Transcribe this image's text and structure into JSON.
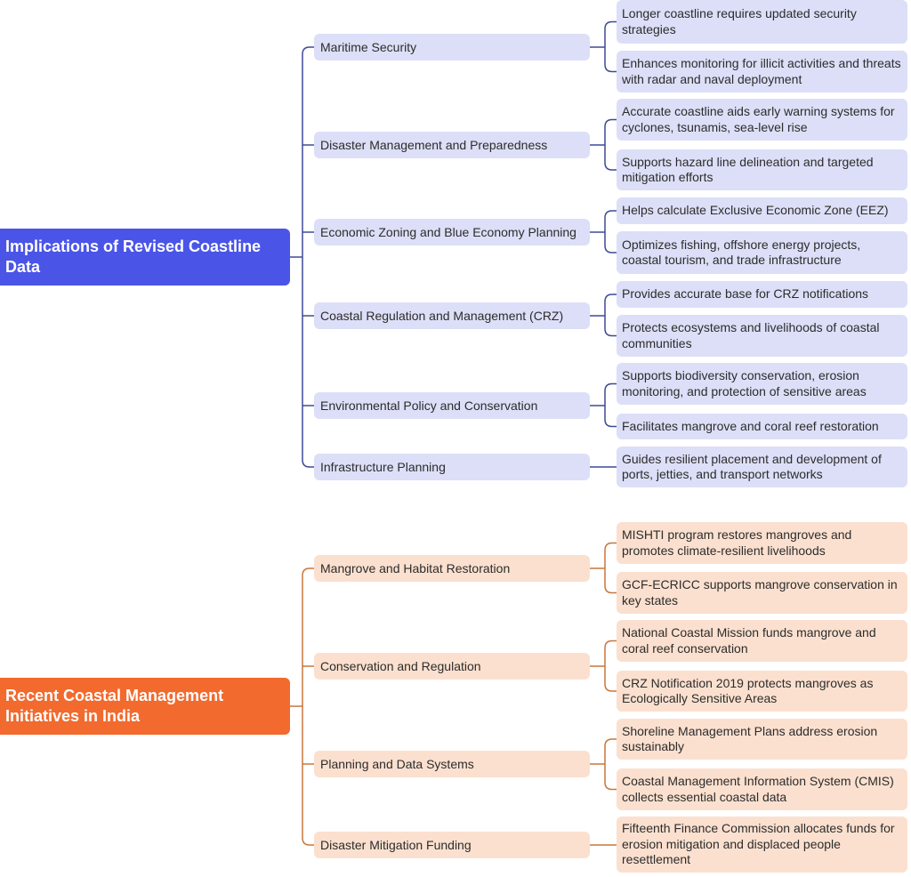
{
  "mindmap": {
    "groups": [
      {
        "root": "Implications of Revised Coastline Data",
        "root_color": "#4a55e8",
        "line_color": "#3e4a96",
        "branches": [
          {
            "label": "Maritime Security",
            "leaves": [
              "Longer coastline requires updated security strategies",
              "Enhances monitoring for illicit activities and threats with radar and naval deployment"
            ]
          },
          {
            "label": "Disaster Management and Preparedness",
            "leaves": [
              "Accurate coastline aids early warning systems for cyclones, tsunamis, sea-level rise",
              "Supports hazard line delineation and targeted mitigation efforts"
            ]
          },
          {
            "label": "Economic Zoning and Blue Economy Planning",
            "leaves": [
              "Helps calculate Exclusive Economic Zone (EEZ)",
              "Optimizes fishing, offshore energy projects, coastal tourism, and trade infrastructure"
            ]
          },
          {
            "label": "Coastal Regulation and Management (CRZ)",
            "leaves": [
              "Provides accurate base for CRZ notifications",
              "Protects ecosystems and livelihoods of coastal communities"
            ]
          },
          {
            "label": "Environmental Policy and Conservation",
            "leaves": [
              "Supports biodiversity conservation, erosion monitoring, and protection of sensitive areas",
              "Facilitates mangrove and coral reef restoration"
            ]
          },
          {
            "label": "Infrastructure Planning",
            "leaves": [
              "Guides resilient placement and development of ports, jetties, and transport networks"
            ]
          }
        ]
      },
      {
        "root": "Recent Coastal Management Initiatives in India",
        "root_color": "#f26a2e",
        "line_color": "#c8773c",
        "branches": [
          {
            "label": "Mangrove and Habitat Restoration",
            "leaves": [
              "MISHTI program restores mangroves and promotes climate-resilient livelihoods",
              "GCF-ECRICC supports mangrove conservation in key states"
            ]
          },
          {
            "label": "Conservation and Regulation",
            "leaves": [
              "National Coastal Mission funds mangrove and coral reef conservation",
              "CRZ Notification 2019 protects mangroves as Ecologically Sensitive Areas"
            ]
          },
          {
            "label": "Planning and Data Systems",
            "leaves": [
              "Shoreline Management Plans address erosion sustainably",
              "Coastal Management Information System (CMIS) collects essential coastal data"
            ]
          },
          {
            "label": "Disaster Mitigation Funding",
            "leaves": [
              "Fifteenth Finance Commission allocates funds for erosion mitigation and displaced people resettlement"
            ]
          }
        ]
      }
    ]
  }
}
